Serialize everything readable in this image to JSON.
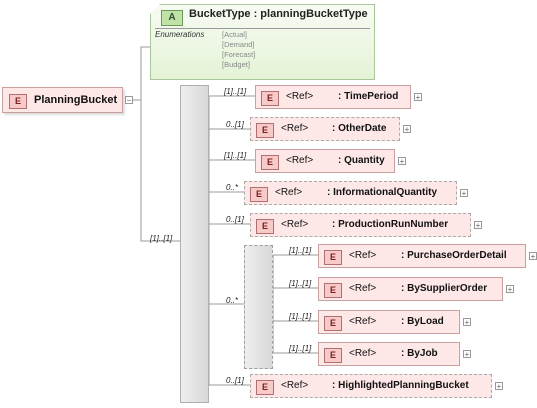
{
  "type_box": {
    "badge": "A",
    "title": "BucketType : planningBucketType",
    "enum_label": "Enumerations",
    "enumerations": [
      "[Actual]",
      "[Demand]",
      "[Forecast]",
      "[Budget]"
    ]
  },
  "root": {
    "badge": "E",
    "name": "PlanningBucket"
  },
  "sequence": {
    "cardinality": "[1]..[1]"
  },
  "elements": [
    {
      "badge": "E",
      "ref": "<Ref>",
      "name": ": TimePeriod",
      "cardinality": "[1]..[1]"
    },
    {
      "badge": "E",
      "ref": "<Ref>",
      "name": ": OtherDate",
      "cardinality": "0..[1]"
    },
    {
      "badge": "E",
      "ref": "<Ref>",
      "name": ": Quantity",
      "cardinality": "[1]..[1]"
    },
    {
      "badge": "E",
      "ref": "<Ref>",
      "name": ": InformationalQuantity",
      "cardinality": "0..*"
    },
    {
      "badge": "E",
      "ref": "<Ref>",
      "name": ": ProductionRunNumber",
      "cardinality": "0..[1]"
    },
    {
      "badge": "E",
      "ref": "<Ref>",
      "name": ": HighlightedPlanningBucket",
      "cardinality": "0..[1]"
    }
  ],
  "choice": {
    "cardinality": "0..*",
    "items": [
      {
        "badge": "E",
        "ref": "<Ref>",
        "name": ": PurchaseOrderDetail",
        "cardinality": "[1]..[1]"
      },
      {
        "badge": "E",
        "ref": "<Ref>",
        "name": ": BySupplierOrder",
        "cardinality": "[1]..[1]"
      },
      {
        "badge": "E",
        "ref": "<Ref>",
        "name": ": ByLoad",
        "cardinality": "[1]..[1]"
      },
      {
        "badge": "E",
        "ref": "<Ref>",
        "name": ": ByJob",
        "cardinality": "[1]..[1]"
      }
    ]
  }
}
